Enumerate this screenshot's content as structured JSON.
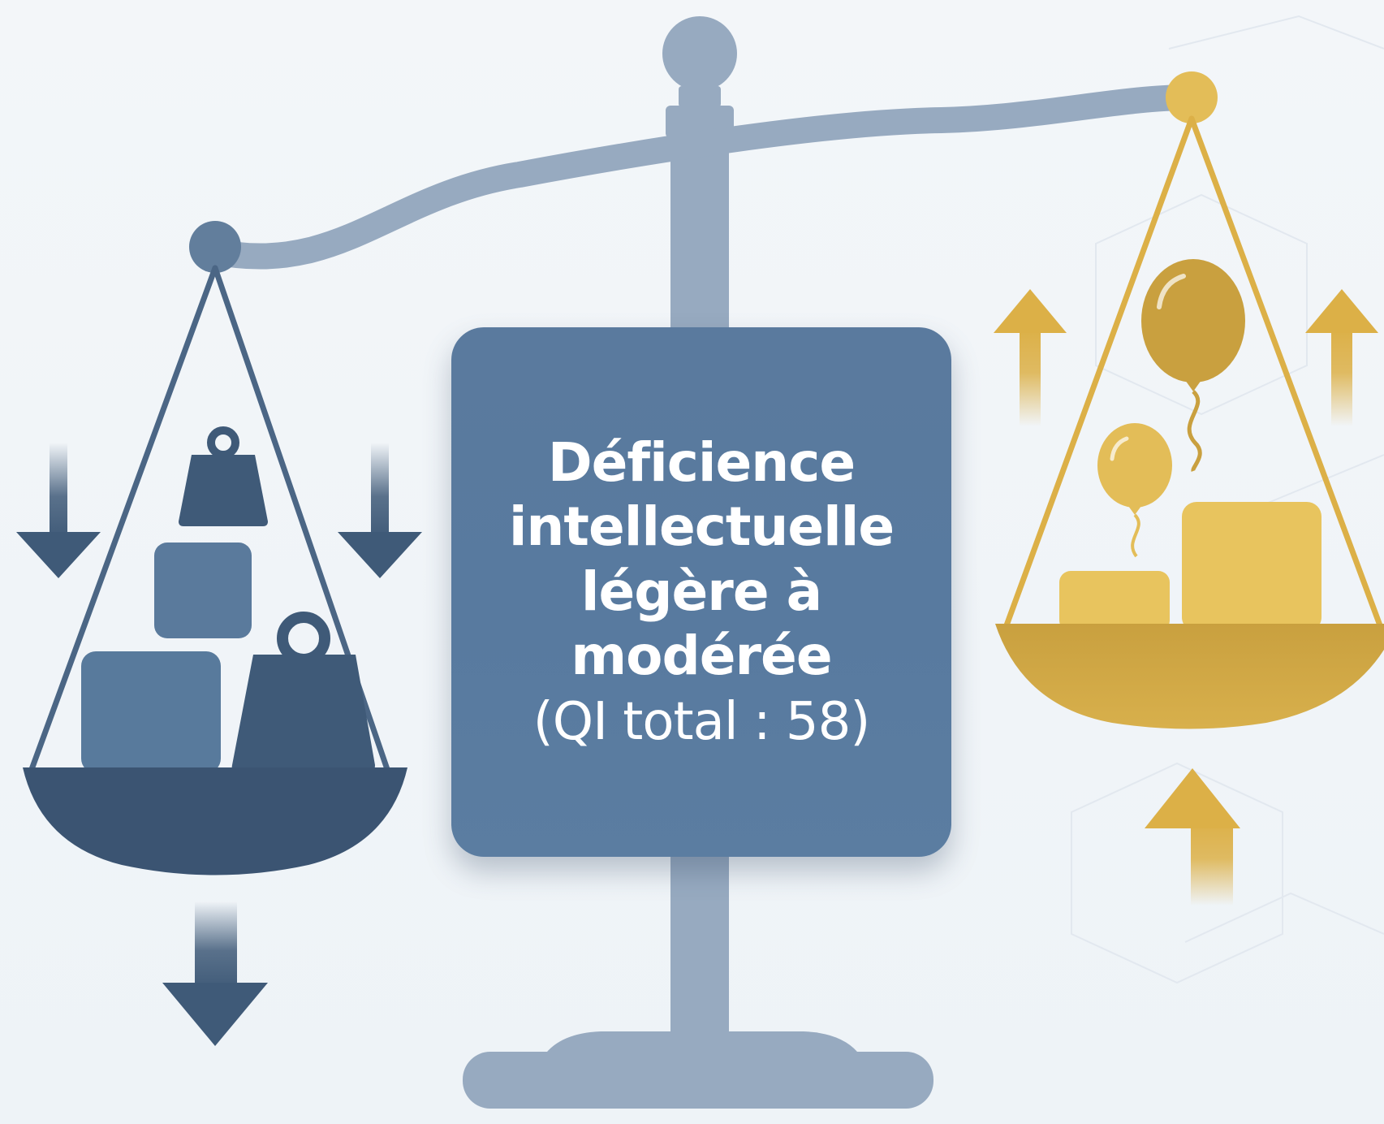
{
  "panel": {
    "title_line1": "Déficience",
    "title_line2": "intellectuelle",
    "title_line3": "légère à",
    "title_line4": "modérée",
    "subtitle": "(QI total : 58)"
  },
  "colors": {
    "background": "#f0f4f8",
    "scale_frame": "#97aac0",
    "heavy_side": "#3f5a78",
    "heavy_side_light": "#5a7a9c",
    "light_side": "#dcb047",
    "light_side_pale": "#e8c45e",
    "panel": "#5a7a9e",
    "panel_text": "#ffffff"
  },
  "icons": {
    "left_pan": [
      "kettlebell-small-icon",
      "block-icon",
      "box-icon",
      "kettlebell-large-icon"
    ],
    "right_pan": [
      "balloon-large-icon",
      "balloon-small-icon",
      "block-small-icon",
      "block-large-icon"
    ],
    "left_arrows": "arrow-down-icon",
    "right_arrows": "arrow-up-icon"
  }
}
